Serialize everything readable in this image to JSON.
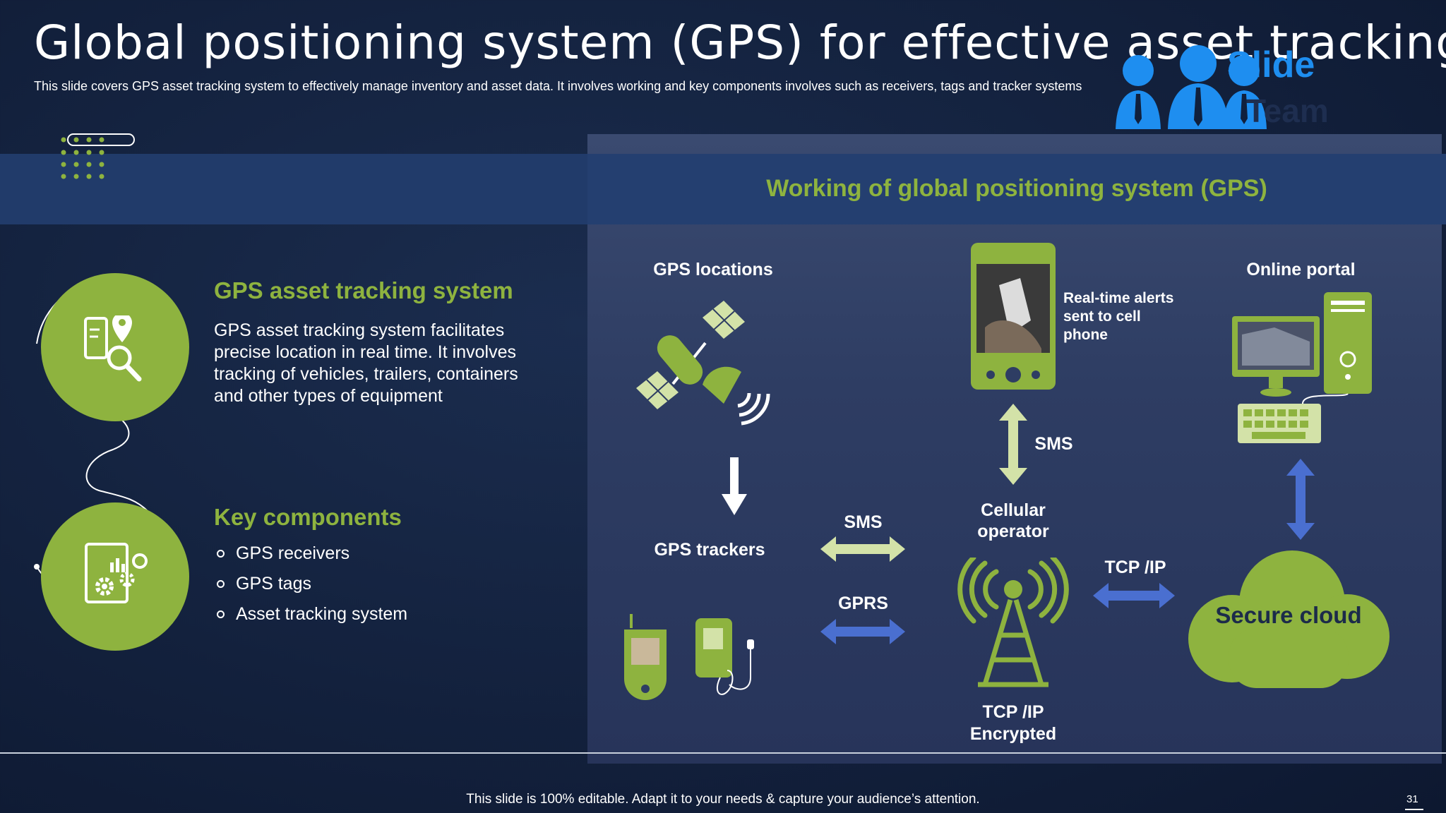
{
  "header": {
    "title": "Global positioning system (GPS) for effective asset tracking",
    "subtitle": "This slide covers GPS asset tracking system to effectively  manage inventory and asset data. It involves working and key components involves such as receivers, tags and tracker systems"
  },
  "logo": {
    "line1": "Slide",
    "line2": "Team"
  },
  "left": {
    "section1": {
      "heading": "GPS asset tracking system",
      "body": "GPS asset tracking system facilitates precise location in real time. It  involves tracking of vehicles, trailers, containers and other types of equipment",
      "icon": "phone-location-search-icon"
    },
    "section2": {
      "heading": "Key components",
      "items": [
        "GPS receivers",
        "GPS tags",
        "Asset tracking system"
      ],
      "icon": "document-gears-chart-icon"
    }
  },
  "diagram": {
    "title": "Working of global positioning system (GPS)",
    "gps_locations": "GPS locations",
    "gps_trackers": "GPS trackers",
    "real_time_alerts": "Real-time alerts sent to cell phone",
    "cellular_operator": "Cellular operator",
    "tcp_ip_encrypted": "TCP /IP Encrypted",
    "online_portal": "Online portal",
    "secure_cloud": "Secure cloud",
    "arrow_sms_top": "SMS",
    "arrow_sms_mid": "SMS",
    "arrow_gprs": "GPRS",
    "arrow_tcpip": "TCP /IP"
  },
  "colors": {
    "accent_green": "#8eb33f",
    "light_green": "#d3e2a8",
    "arrow_blue": "#4a6fd0",
    "band": "#213b6a"
  },
  "footer": {
    "text": "This slide is 100% editable. Adapt it to your needs & capture your audience’s attention.",
    "page": "31"
  }
}
